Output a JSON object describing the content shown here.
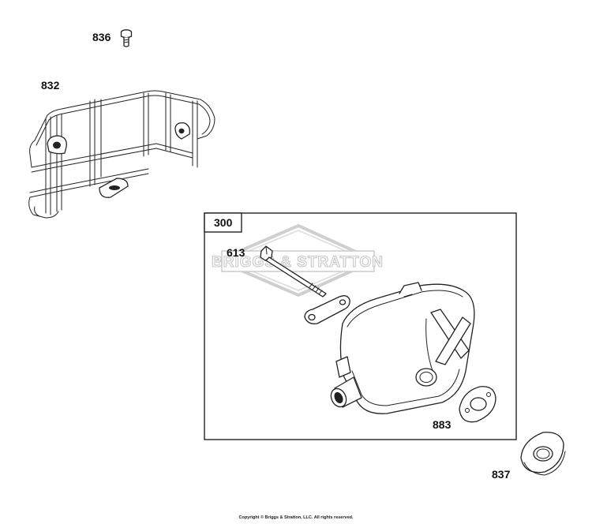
{
  "callouts": {
    "part_836": "836",
    "part_832": "832",
    "part_300": "300",
    "part_613": "613",
    "part_883": "883",
    "part_837": "837"
  },
  "watermark": "BRIGGS & STRATTON",
  "copyright": "Copyright © Briggs & Stratton, LLC. All rights reserved."
}
